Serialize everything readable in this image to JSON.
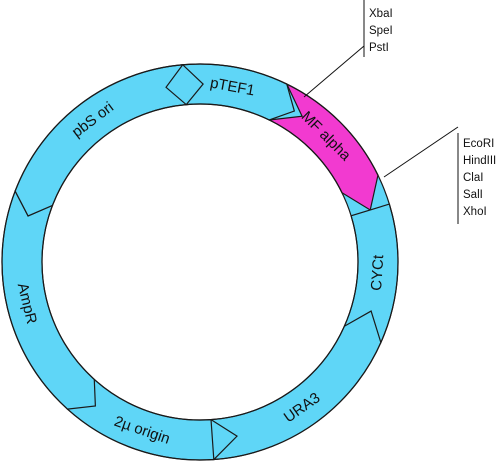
{
  "plasmid": {
    "colors": {
      "segment": "#5fd6f7",
      "highlight": "#f23ad0",
      "outline": "#1a1a1a"
    },
    "features": [
      {
        "name": "pTEF1",
        "highlight": false,
        "direction": "clockwise"
      },
      {
        "name": "MF alpha",
        "highlight": true,
        "direction": "clockwise"
      },
      {
        "name": "CYCt",
        "highlight": false,
        "direction": "none"
      },
      {
        "name": "URA3",
        "highlight": false,
        "direction": "counterclockwise"
      },
      {
        "name": "2µ origin",
        "highlight": false,
        "direction": "none"
      },
      {
        "name": "AmpR",
        "highlight": false,
        "direction": "counterclockwise"
      },
      {
        "name": "pbS ori",
        "highlight": false,
        "direction": "counterclockwise"
      }
    ],
    "site_groups": [
      {
        "sites": [
          "XbaI",
          "SpeI",
          "PstI"
        ]
      },
      {
        "sites": [
          "EcoRI",
          "HindIII",
          "ClaI",
          "SalI",
          "XhoI"
        ]
      }
    ]
  }
}
